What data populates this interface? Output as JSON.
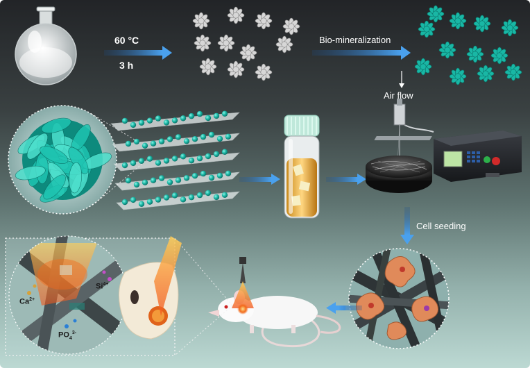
{
  "step1": {
    "temperature": "60 °C",
    "duration": "3 h"
  },
  "step2": {
    "label": "Bio-mineralization"
  },
  "step3": {
    "label": "Air flow"
  },
  "step4": {
    "label": "Cell seeding"
  },
  "ions": {
    "si": "Si",
    "si_charge": "4+",
    "ca": "Ca",
    "ca_charge": "2+",
    "po": "PO",
    "po_sub": "4",
    "po_charge": "3-"
  },
  "colors": {
    "teal": "#19b7a5",
    "arrow": "#3a86d6",
    "cell": "#d98a5a",
    "laser": "#f26a1b"
  }
}
